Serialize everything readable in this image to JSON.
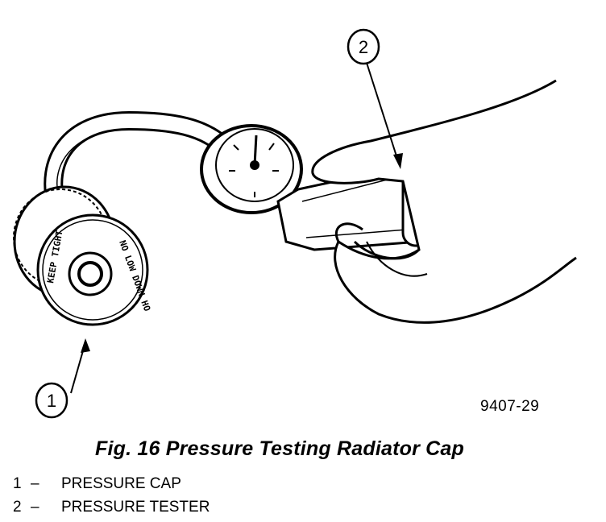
{
  "callouts": [
    "1",
    "2"
  ],
  "figure_code": "9407-29",
  "caption": "Fig. 16 Pressure Testing Radiator Cap",
  "legend": [
    {
      "num": "1",
      "sep": "–",
      "label": "PRESSURE CAP"
    },
    {
      "num": "2",
      "sep": "–",
      "label": "PRESSURE TESTER"
    }
  ],
  "cap_markings": {
    "outer": "NO LOW DOWN HO",
    "inner": "KEEP TIGHT"
  }
}
